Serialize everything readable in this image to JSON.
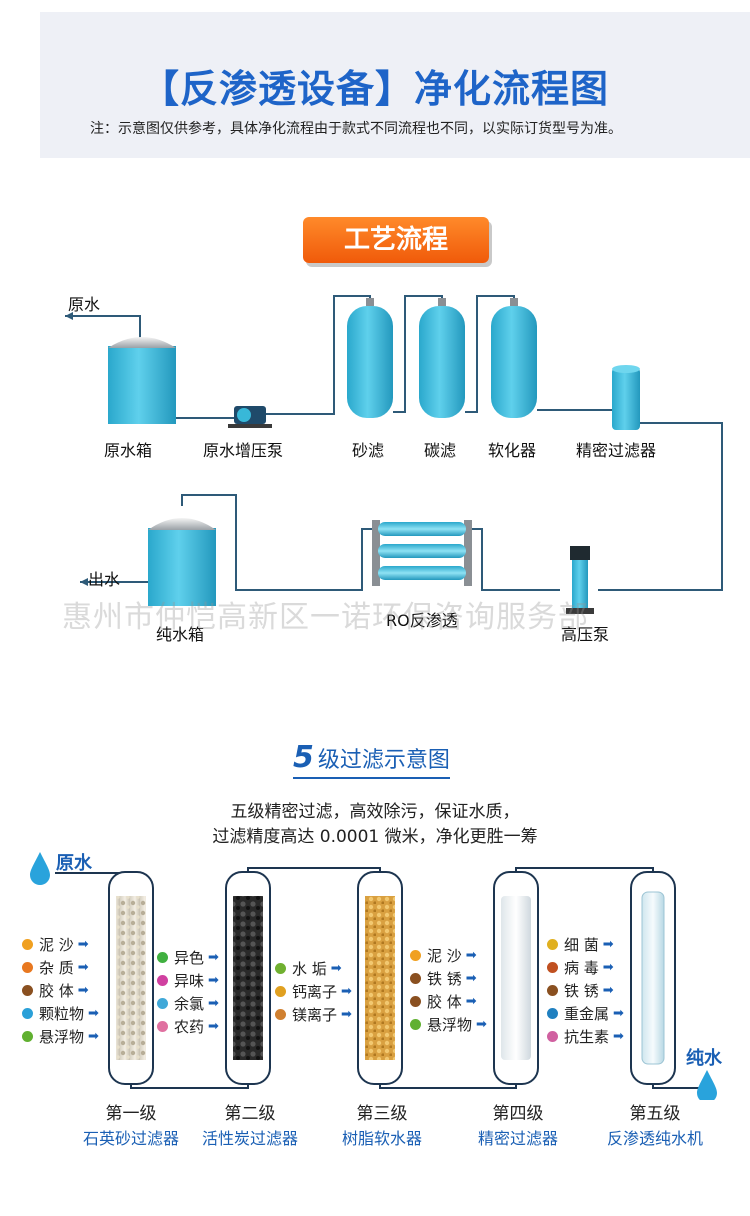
{
  "header": {
    "title": "【反渗透设备】净化流程图",
    "note": "注：示意图仅供参考，具体净化流程由于款式不同流程也不同，以实际订货型号为准。"
  },
  "process": {
    "badge": "工艺流程",
    "raw_water_in": "原水",
    "water_out": "出水",
    "equipment": [
      "原水箱",
      "原水增压泵",
      "砂滤",
      "碳滤",
      "软化器",
      "精密过滤器",
      "纯水箱",
      "RO反渗透",
      "高压泵"
    ]
  },
  "watermark": "惠州市仲恺高新区一诺环保咨询服务部",
  "stages": {
    "title_num": "5",
    "title_text": "级过滤示意图",
    "desc_line1": "五级精密过滤，高效除污，保证水质，",
    "desc_line2": "过滤精度高达 0.0001 微米，净化更胜一筹",
    "raw_label": "原水",
    "pure_label": "纯水",
    "inputs": [
      {
        "text": "泥 沙",
        "color": "#f0a020"
      },
      {
        "text": "杂 质",
        "color": "#e87820"
      },
      {
        "text": "胶 体",
        "color": "#8a5020"
      },
      {
        "text": "颗粒物",
        "color": "#2aa0d8"
      },
      {
        "text": "悬浮物",
        "color": "#60b030"
      }
    ],
    "after1": [
      {
        "text": "异色",
        "color": "#40b040"
      },
      {
        "text": "异味",
        "color": "#d040a0"
      },
      {
        "text": "余氯",
        "color": "#40a8d8"
      },
      {
        "text": "农药",
        "color": "#e070a0"
      }
    ],
    "after2": [
      {
        "text": "水 垢",
        "color": "#70b030"
      },
      {
        "text": "钙离子",
        "color": "#e0a020"
      },
      {
        "text": "镁离子",
        "color": "#d08030"
      }
    ],
    "after3": [
      {
        "text": "泥 沙",
        "color": "#f0a020"
      },
      {
        "text": "铁 锈",
        "color": "#8a5020"
      },
      {
        "text": "胶 体",
        "color": "#8a5020"
      },
      {
        "text": "悬浮物",
        "color": "#60b030"
      }
    ],
    "after4": [
      {
        "text": "细 菌",
        "color": "#e0b020"
      },
      {
        "text": "病 毒",
        "color": "#c05020"
      },
      {
        "text": "铁 锈",
        "color": "#8a5020"
      },
      {
        "text": "重金属",
        "color": "#2080c0"
      },
      {
        "text": "抗生素",
        "color": "#d060a0"
      }
    ],
    "levels": [
      {
        "level": "第一级",
        "name": "石英砂过滤器"
      },
      {
        "level": "第二级",
        "name": "活性炭过滤器"
      },
      {
        "level": "第三级",
        "name": "树脂软水器"
      },
      {
        "level": "第四级",
        "name": "精密过滤器"
      },
      {
        "level": "第五级",
        "name": "反渗透纯水机"
      }
    ]
  },
  "colors": {
    "accent": "#1a5fb4",
    "tank": "#38b8d8",
    "pipe": "#2e5a78",
    "badge": "#f06010"
  }
}
